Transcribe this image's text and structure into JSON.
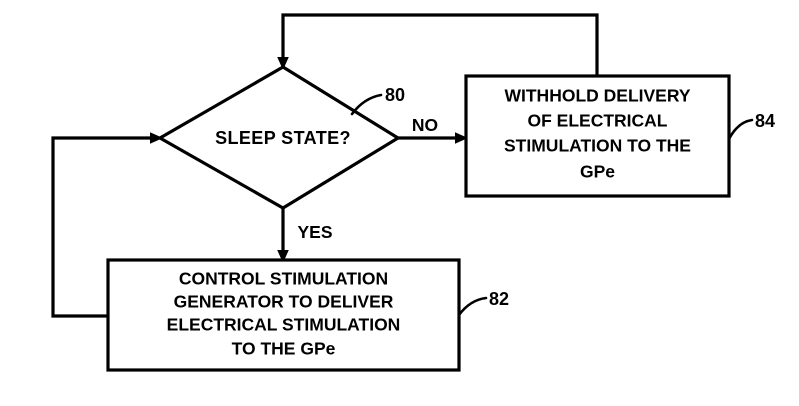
{
  "figure": {
    "type": "flowchart",
    "background_color": "#ffffff",
    "line_color": "#000000"
  },
  "decision": {
    "id": "decision-sleep-state",
    "text": "SLEEP STATE?",
    "ref": "80",
    "shape": "diamond"
  },
  "branches": {
    "no_label": "NO",
    "yes_label": "YES"
  },
  "process_withhold": {
    "id": "process-withhold",
    "ref": "84",
    "lines": [
      "WITHHOLD DELIVERY",
      "OF ELECTRICAL",
      "STIMULATION TO THE",
      "GPe"
    ]
  },
  "process_control": {
    "id": "process-control",
    "ref": "82",
    "lines": [
      "CONTROL STIMULATION",
      "GENERATOR TO DELIVER",
      "ELECTRICAL STIMULATION",
      "TO THE GPe"
    ]
  }
}
